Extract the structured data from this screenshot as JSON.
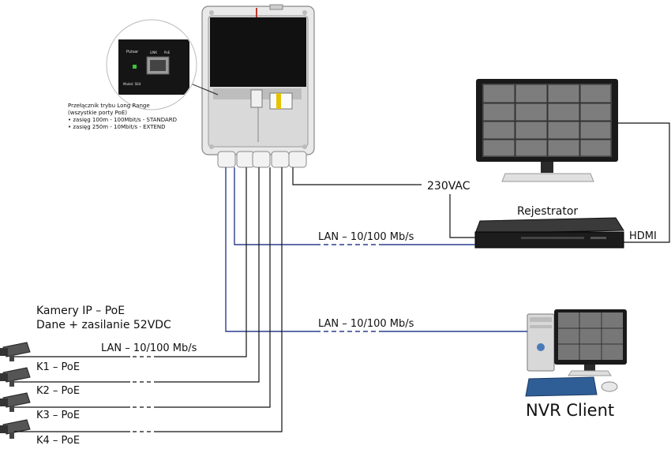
{
  "switch_note": {
    "title_line1": "Przełącznik trybu Long Range",
    "title_line2": "(wszystkie porty PoE)",
    "bullet1": "• zasięg 100m - 100Mbit/s - STANDARD",
    "bullet2": "• zasięg 250m - 10Mbit/s - EXTEND"
  },
  "inset_panel": {
    "brand": "Pulsar",
    "port_labels": [
      "LINK",
      "PoE"
    ],
    "model_label": "Model: S64"
  },
  "power": {
    "label": "230VAC"
  },
  "recorder": {
    "label": "Rejestrator",
    "hdmi_label": "HDMI"
  },
  "links": {
    "recorder_lan": "LAN – 10/100 Mb/s",
    "client_lan": "LAN – 10/100 Mb/s",
    "camera_lan": "LAN – 10/100 Mb/s"
  },
  "cameras": {
    "title_line1": "Kamery IP – PoE",
    "title_line2": "Dane + zasilanie 52VDC",
    "items": [
      "K1 – PoE",
      "K2 – PoE",
      "K3 – PoE",
      "K4 – PoE"
    ]
  },
  "client": {
    "label": "NVR Client"
  },
  "colors": {
    "lan_line": "#2a3f8f",
    "wire": "#111111",
    "box": "#e6e6e6",
    "device": "#1c1c1c"
  }
}
